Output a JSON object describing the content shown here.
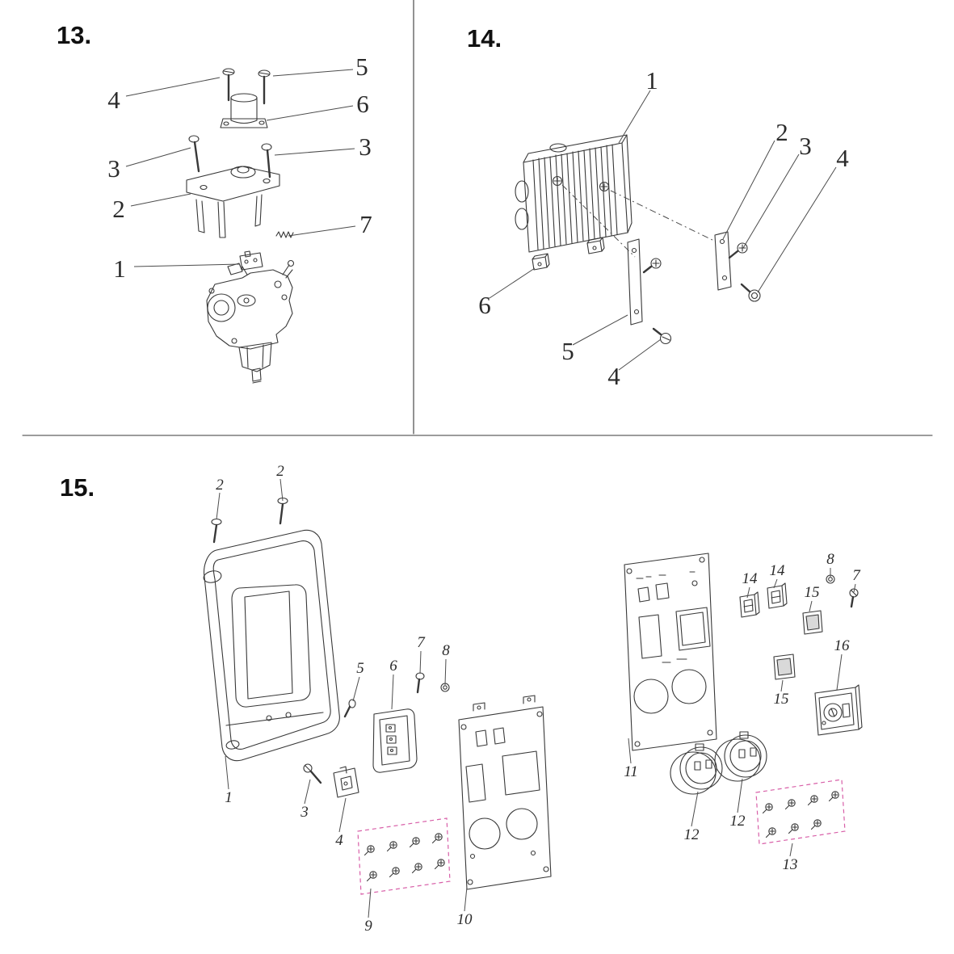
{
  "page": {
    "background": "#ffffff",
    "line_color": "#383838",
    "accent_pink": "#d85fa8"
  },
  "s13": {
    "title": "13.",
    "callouts": [
      "5",
      "4",
      "6",
      "3",
      "3",
      "2",
      "7",
      "1"
    ]
  },
  "s14": {
    "title": "14.",
    "callouts": [
      "1",
      "2",
      "3",
      "4",
      "6",
      "5",
      "4"
    ]
  },
  "s15": {
    "title": "15.",
    "callouts": [
      "2",
      "2",
      "1",
      "3",
      "4",
      "5",
      "6",
      "7",
      "8",
      "9",
      "10",
      "11",
      "12",
      "12",
      "13",
      "14",
      "14",
      "15",
      "15",
      "16",
      "8",
      "7"
    ]
  }
}
